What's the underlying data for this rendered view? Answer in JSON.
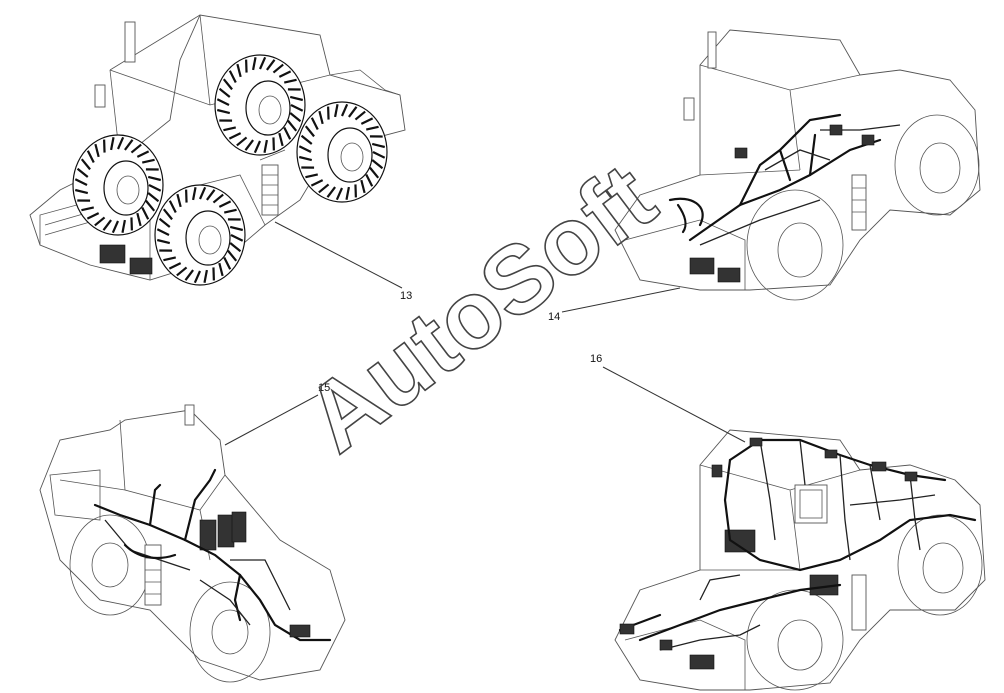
{
  "watermark": {
    "text": "AutoSoft"
  },
  "callouts": [
    {
      "id": "13",
      "label": "13"
    },
    {
      "id": "14",
      "label": "14"
    },
    {
      "id": "15",
      "label": "15"
    },
    {
      "id": "16",
      "label": "16"
    }
  ],
  "colors": {
    "line": "#333333",
    "background": "#ffffff",
    "harness": "#111111"
  }
}
